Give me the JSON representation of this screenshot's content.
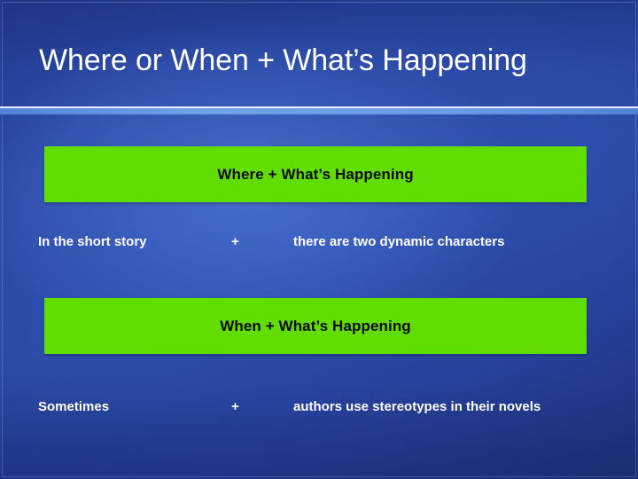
{
  "slide": {
    "title": "Where or When + What’s Happening",
    "theme": {
      "background_dark_blue": "#27419a",
      "background_light_blue": "#3a62c8",
      "accent_band_blue": "#6ea0e8",
      "callout_green": "#62dd02",
      "title_text_color": "#ffffff",
      "body_text_color": "#ffffff",
      "callout_text_color": "#0a0a0a"
    },
    "sections": [
      {
        "callout_label": "Where + What’s Happening",
        "left_text": "In the short story",
        "operator": "+",
        "right_text": "there are two dynamic characters"
      },
      {
        "callout_label": "When + What’s Happening",
        "left_text": "Sometimes",
        "operator": "+",
        "right_text": "authors use stereotypes in their novels"
      }
    ]
  }
}
